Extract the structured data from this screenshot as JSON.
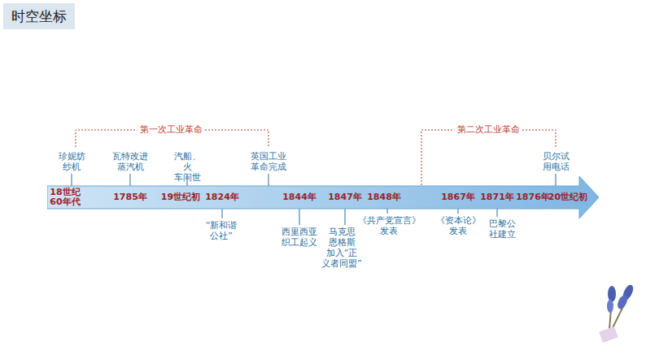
{
  "diagram": {
    "title": "时空坐标",
    "nodes": [
      {
        "text": [
          "18世纪 60年代",
          "1785年",
          "19世纪初",
          "1824年",
          "1844年",
          "1847年",
          "1848年",
          "1867年",
          "1871年",
          "1876年",
          "20世纪初"
        ]
      }
    ],
    "labels": [
      "第一次工业革命",
      "第二次工业革命",
      "珍妮纺 纱机",
      "瓦特改进 蒸汽机",
      "汽船、火 车问世",
      "英国工业 革命完成",
      "贝尔试 用电话",
      "“新和谐 公社”",
      "西里西亚 织工起义",
      "马克思 恩格斯 加入“正 义者同盟”",
      "《共产党宣言》 发表",
      "《资本论》 发表",
      "巴黎公 社建立"
    ]
  }
}
